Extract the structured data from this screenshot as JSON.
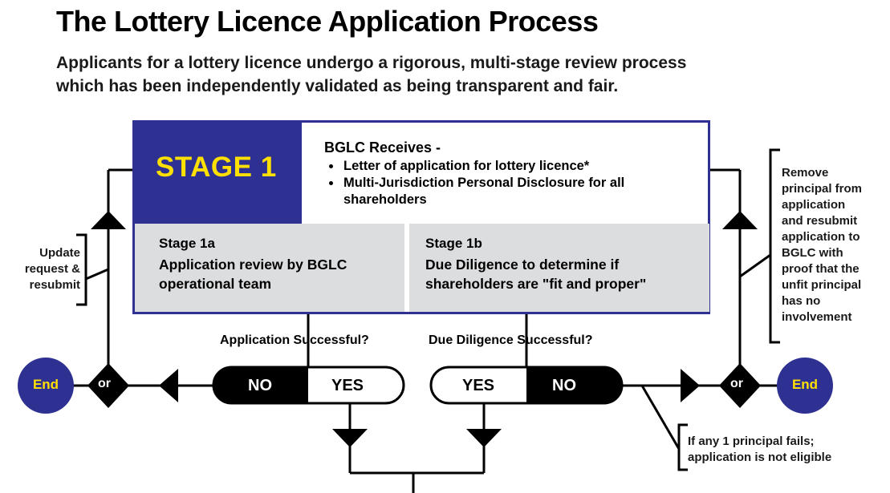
{
  "title": "The Lottery Licence Application Process",
  "subtitle": {
    "line1": "Applicants for a lottery licence undergo a rigorous, multi-stage review process",
    "line2": "which has been independently validated as being transparent and fair."
  },
  "stage1": {
    "label": "STAGE 1",
    "receives_heading": "BGLC Receives -",
    "receives_items": [
      "Letter of application for lottery licence*",
      "Multi-Jurisdiction Personal Disclosure for all shareholders"
    ],
    "stage1a": {
      "title": "Stage 1a",
      "line1": "Application review by BGLC",
      "line2": "operational team"
    },
    "stage1b": {
      "title": "Stage 1b",
      "line1": "Due Diligence to determine if",
      "line2": "shareholders are \"fit and proper\""
    }
  },
  "decisions": {
    "application_question": "Application Successful?",
    "diligence_question": "Due Diligence Successful?",
    "left_no": "NO",
    "left_yes": "YES",
    "right_yes": "YES",
    "right_no": "NO"
  },
  "connectors": {
    "or_left": "or",
    "or_right": "or",
    "end_left": "End",
    "end_right": "End"
  },
  "notes": {
    "left": {
      "line1": "Update",
      "line2": "request &",
      "line3": "resubmit"
    },
    "right": [
      "Remove",
      "principal from",
      "application",
      "and resubmit",
      "application to",
      "BGLC with",
      "proof that the",
      "unfit principal",
      "has no",
      "involvement"
    ],
    "bottom": {
      "line1": "If any 1 principal fails;",
      "line2": "application is not eligible"
    }
  },
  "colors": {
    "navy": "#2e3192",
    "yellow": "#ffe000",
    "grey": "#dcdddf"
  }
}
